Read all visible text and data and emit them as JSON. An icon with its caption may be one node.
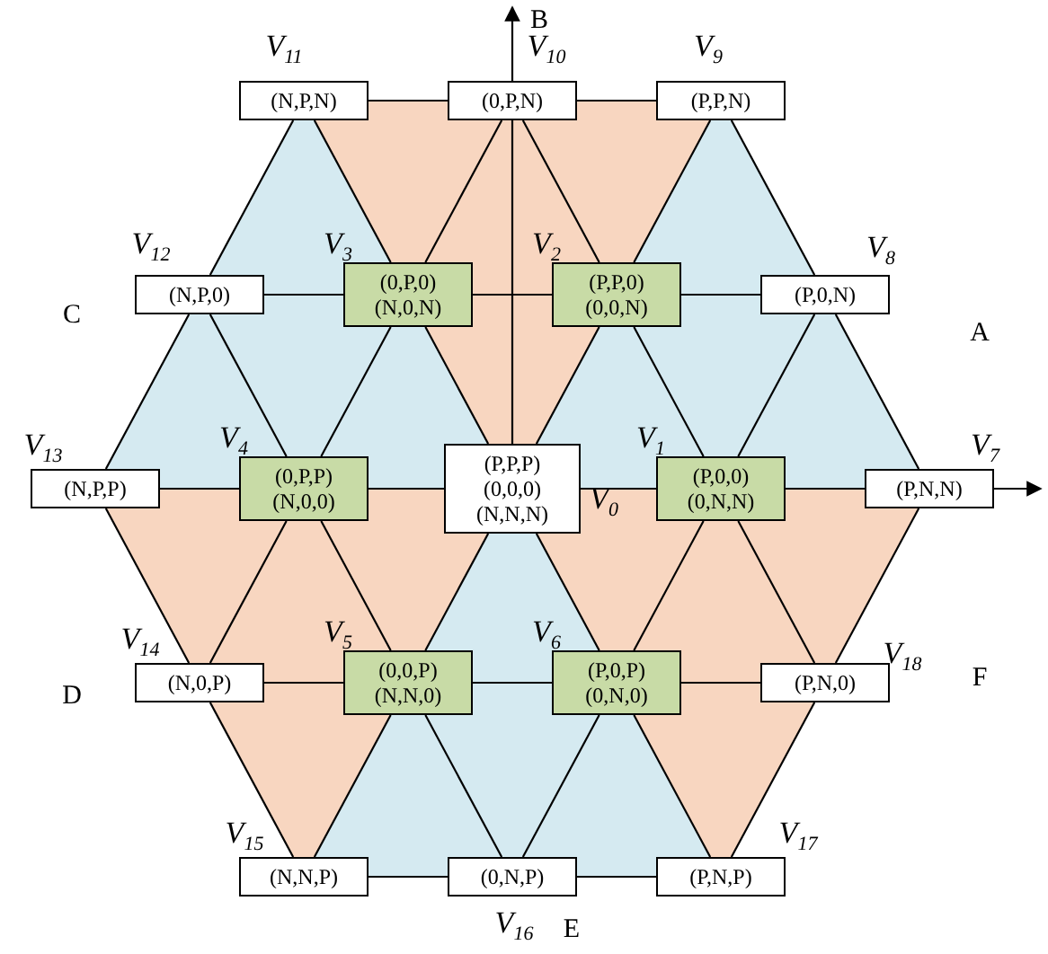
{
  "diagram": {
    "nodes": [
      {
        "text": [
          "(N,P,N)"
        ],
        "beside": [
          "V$_{11}$"
        ]
      },
      {
        "text": [
          "(0,P,N)"
        ],
        "beside": [
          "V$_{10}$"
        ]
      },
      {
        "text": [
          "(P,P,N)"
        ],
        "beside": [
          "V$_{9}$"
        ]
      },
      {
        "text": [
          "(N,P,0)"
        ],
        "beside": [
          "V$_{12}$"
        ]
      },
      {
        "text": [
          "(0,P,0)",
          "(N,0,N)"
        ],
        "beside": [
          "V$_{3}$"
        ]
      },
      {
        "text": [
          "(P,P,0)",
          "(0,0,N)"
        ],
        "beside": [
          "V$_{2}$"
        ]
      },
      {
        "text": [
          "(P,0,N)"
        ],
        "beside": [
          "V$_{8}$"
        ]
      },
      {
        "text": [
          "(N,P,P)"
        ],
        "beside": [
          "V$_{13}$"
        ]
      },
      {
        "text": [
          "(0,P,P)",
          "(N,0,0)"
        ],
        "beside": [
          "V$_{4}$"
        ]
      },
      {
        "text": [
          "(P,P,P)",
          "(0,0,0)",
          "(N,N,N)"
        ],
        "beside": [
          "V$_{0}$"
        ]
      },
      {
        "text": [
          "(P,0,0)",
          "(0,N,N)"
        ],
        "beside": [
          "V$_{1}$"
        ]
      },
      {
        "text": [
          "(P,N,N)"
        ],
        "beside": [
          "V$_{7}$"
        ]
      },
      {
        "text": [
          "(N,0,P)"
        ],
        "beside": [
          "V$_{14}$"
        ]
      },
      {
        "text": [
          "(0,0,P)",
          "(N,N,0)"
        ],
        "beside": [
          "V$_{5}$"
        ]
      },
      {
        "text": [
          "(P,0,P)",
          "(0,N,0)"
        ],
        "beside": [
          "V$_{6}$"
        ]
      },
      {
        "text": [
          "(P,N,0)"
        ],
        "beside": [
          "V$_{18}$"
        ]
      },
      {
        "text": [
          "(N,N,P)"
        ],
        "beside": [
          "V$_{15}$"
        ]
      },
      {
        "text": [
          "(0,N,P)"
        ],
        "beside": [
          "V$_{16}$"
        ]
      },
      {
        "text": [
          "(P,N,P)"
        ],
        "beside": [
          "V$_{17}$"
        ]
      }
    ],
    "edges": [
      {
        "from": 0,
        "to": 1,
        "arrow": "none"
      },
      {
        "from": 1,
        "to": 2,
        "arrow": "none"
      },
      {
        "from": 3,
        "to": 4,
        "arrow": "none"
      },
      {
        "from": 4,
        "to": 5,
        "arrow": "none"
      },
      {
        "from": 5,
        "to": 6,
        "arrow": "none"
      },
      {
        "from": 7,
        "to": 8,
        "arrow": "none"
      },
      {
        "from": 8,
        "to": 9,
        "arrow": "none"
      },
      {
        "from": 9,
        "to": 10,
        "arrow": "none"
      },
      {
        "from": 10,
        "to": 11,
        "arrow": "none"
      },
      {
        "from": 12,
        "to": 13,
        "arrow": "none"
      },
      {
        "from": 13,
        "to": 14,
        "arrow": "none"
      },
      {
        "from": 14,
        "to": 15,
        "arrow": "none"
      },
      {
        "from": 16,
        "to": 17,
        "arrow": "none"
      },
      {
        "from": 17,
        "to": 18,
        "arrow": "none"
      },
      {
        "from": 0,
        "to": 3,
        "arrow": "none"
      },
      {
        "from": 0,
        "to": 4,
        "arrow": "none"
      },
      {
        "from": 1,
        "to": 4,
        "arrow": "none"
      },
      {
        "from": 1,
        "to": 5,
        "arrow": "none"
      },
      {
        "from": 2,
        "to": 5,
        "arrow": "none"
      },
      {
        "from": 2,
        "to": 6,
        "arrow": "none"
      },
      {
        "from": 3,
        "to": 7,
        "arrow": "none"
      },
      {
        "from": 3,
        "to": 8,
        "arrow": "none"
      },
      {
        "from": 4,
        "to": 8,
        "arrow": "none"
      },
      {
        "from": 4,
        "to": 9,
        "arrow": "none"
      },
      {
        "from": 5,
        "to": 9,
        "arrow": "none"
      },
      {
        "from": 5,
        "to": 10,
        "arrow": "none"
      },
      {
        "from": 6,
        "to": 10,
        "arrow": "none"
      },
      {
        "from": 6,
        "to": 11,
        "arrow": "none"
      },
      {
        "from": 7,
        "to": 12,
        "arrow": "none"
      },
      {
        "from": 8,
        "to": 12,
        "arrow": "none"
      },
      {
        "from": 8,
        "to": 13,
        "arrow": "none"
      },
      {
        "from": 9,
        "to": 13,
        "arrow": "none"
      },
      {
        "from": 9,
        "to": 14,
        "arrow": "none"
      },
      {
        "from": 10,
        "to": 14,
        "arrow": "none"
      },
      {
        "from": 10,
        "to": 15,
        "arrow": "none"
      },
      {
        "from": 11,
        "to": 15,
        "arrow": "none"
      },
      {
        "from": 9,
        "to": 1,
        "arrow": "none"
      },
      {
        "from": 12,
        "to": 16,
        "arrow": "none"
      },
      {
        "from": 13,
        "to": 16,
        "arrow": "none"
      },
      {
        "from": 13,
        "to": 17,
        "arrow": "none"
      },
      {
        "from": 14,
        "to": 17,
        "arrow": "none"
      },
      {
        "from": 14,
        "to": 18,
        "arrow": "none"
      },
      {
        "from": 15,
        "to": 18,
        "arrow": "none"
      }
    ],
    "labels": [
      "B",
      "C",
      "A",
      "D",
      "F",
      "E"
    ]
  }
}
